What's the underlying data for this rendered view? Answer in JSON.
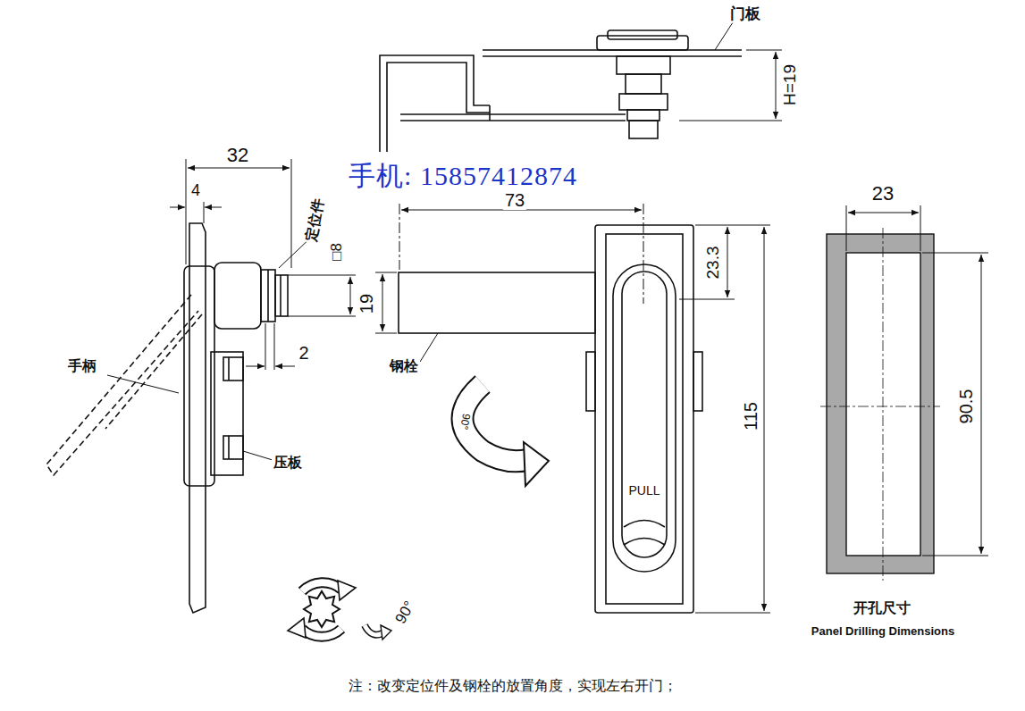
{
  "diagram": {
    "labels": [
      "门板",
      "H=19",
      "32",
      "4",
      "手机: 15857412874",
      "定位件",
      "73",
      "□8",
      "19",
      "2",
      "钢栓",
      "手柄",
      "23.3",
      "115",
      "90°",
      "PULL",
      "压板",
      "23",
      "90.5",
      "开孔尺寸",
      "Panel Drilling Dimensions",
      "90°",
      "注：改变定位件及钢栓的放置角度，实现左右开门；"
    ]
  }
}
